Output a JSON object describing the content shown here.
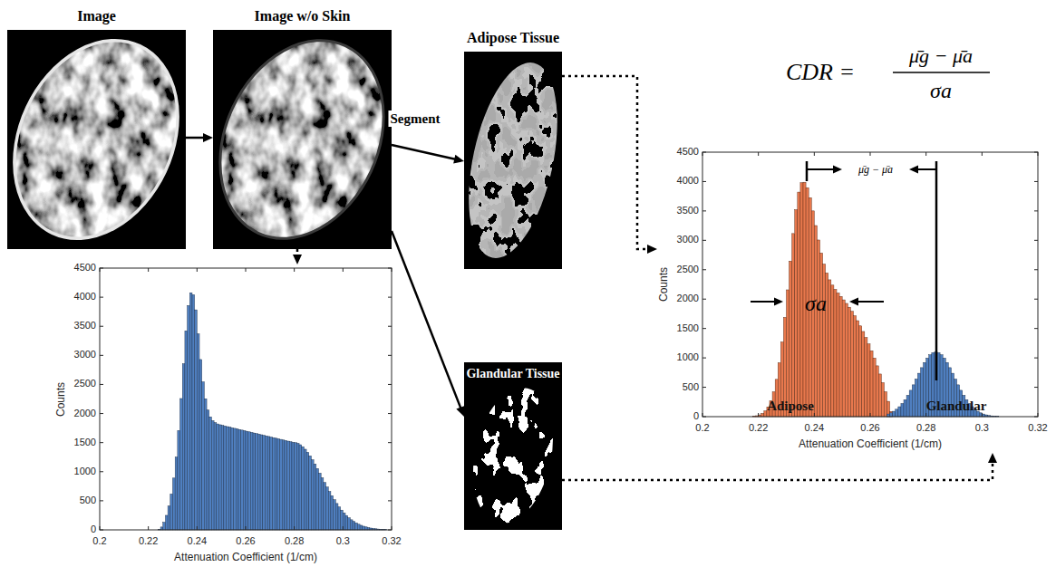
{
  "diagram": {
    "nodes": [
      {
        "text": [
          "Image"
        ]
      },
      {
        "text": [
          "Image w/o Skin"
        ]
      },
      {
        "text": [
          "Adipose Tissue"
        ]
      },
      {
        "text": [
          "Glandular Tissue"
        ]
      },
      {
        "text": [
          "Counts",
          "Attenuation Coefficient (1/cm)",
          "4500",
          "4000",
          "3500",
          "3000",
          "2500",
          "2000",
          "1500",
          "1000",
          "500",
          "0",
          "0.2",
          "0.22",
          "0.24",
          "0.26",
          "0.28",
          "0.3",
          "0.32"
        ]
      },
      {
        "text": [
          "Counts",
          "Attenuation Coefficient (1/cm)",
          "4500",
          "4000",
          "3500",
          "3000",
          "2500",
          "2000",
          "1500",
          "1000",
          "500",
          "0",
          "0.2",
          "0.22",
          "0.24",
          "0.26",
          "0.28",
          "0.3",
          "0.32",
          "Adipose",
          "Glandular",
          "σa",
          "μ̄g − μ̄a"
        ]
      }
    ],
    "edges": [
      {
        "from": 0,
        "to": 1,
        "arrow": "to"
      },
      {
        "from": 1,
        "to": 2,
        "arrow": "to",
        "label": "Segment"
      },
      {
        "from": 1,
        "to": 3,
        "arrow": "to"
      },
      {
        "from": 1,
        "to": 4,
        "arrow": "to"
      },
      {
        "from": 2,
        "to": 5,
        "arrow": "to"
      },
      {
        "from": 3,
        "to": 5,
        "arrow": "to"
      }
    ],
    "labels": [
      "CDR =",
      "μ̄g − μ̄a",
      "σa"
    ]
  }
}
